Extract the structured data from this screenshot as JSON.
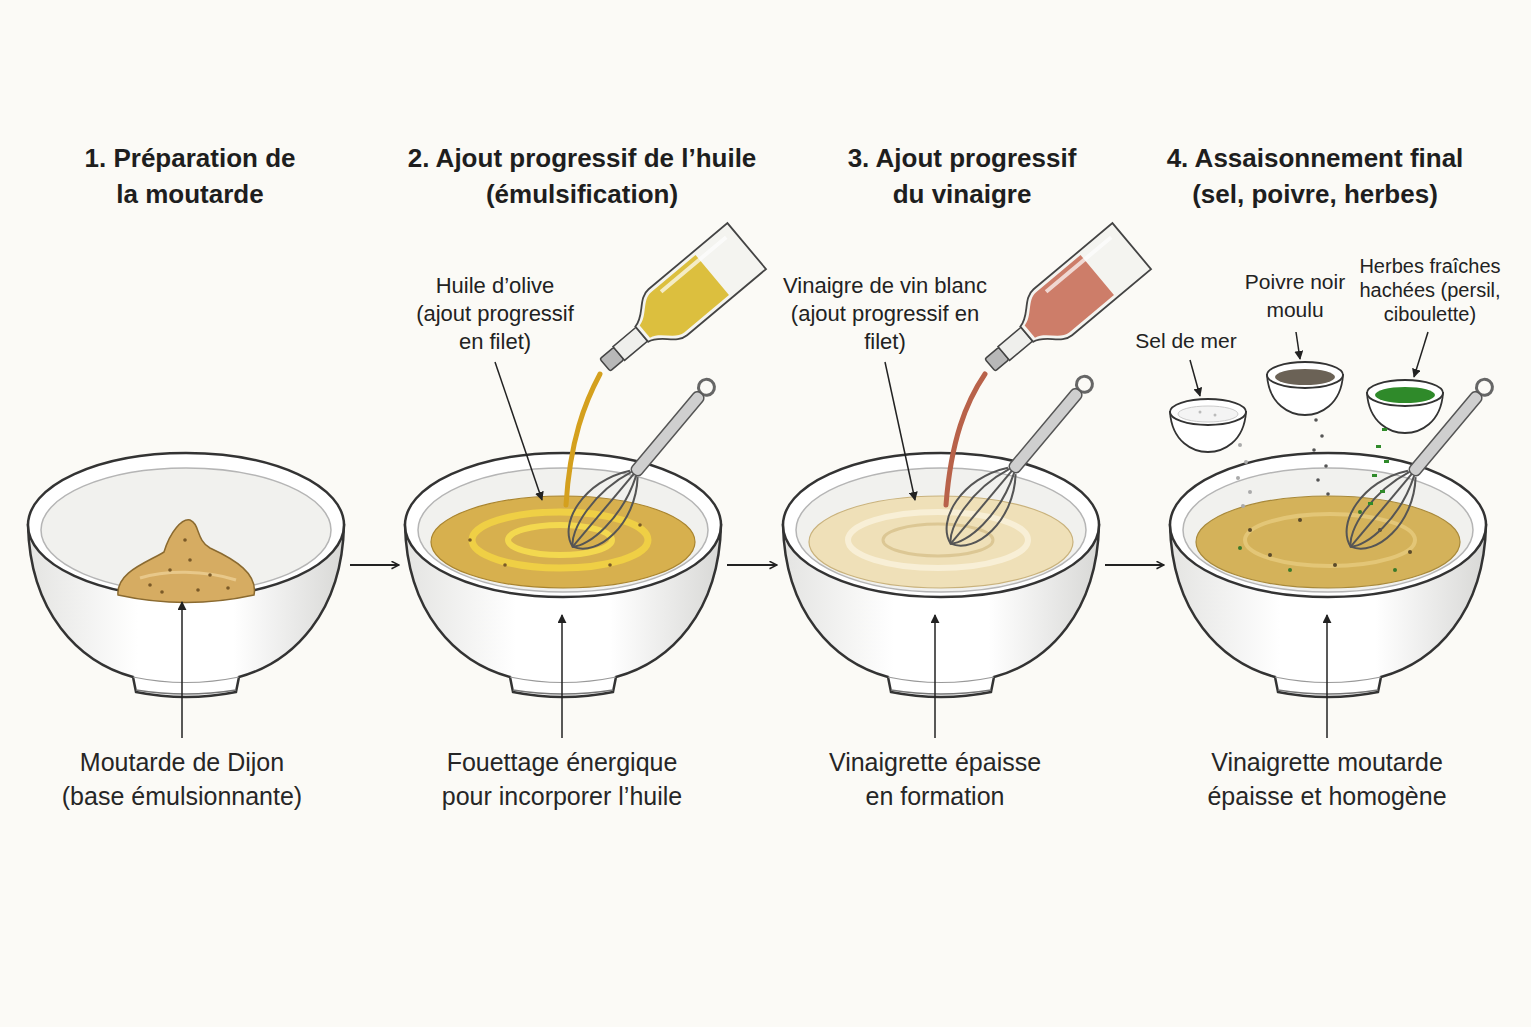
{
  "diagram": {
    "nodes": [
      {
        "text": [
          "1. Préparation de la moutarde",
          "Moutarde de Dijon (base émulsionnante)"
        ]
      },
      {
        "text": [
          "2. Ajout progressif de l’huile (émulsification)",
          "Fouettage énergique pour incorporer l’huile"
        ]
      },
      {
        "text": [
          "3. Ajout progressif du vinaigre",
          "Vinaigrette épaisse en formation"
        ]
      },
      {
        "text": [
          "4. Assaisonnement final (sel, poivre, herbes)",
          "Vinaigrette moutarde épaisse et homogène"
        ]
      }
    ],
    "edges": [
      {
        "from": 0,
        "to": 1,
        "arrow": "to"
      },
      {
        "from": 1,
        "to": 2,
        "arrow": "to"
      },
      {
        "from": 2,
        "to": 3,
        "arrow": "to"
      }
    ],
    "labels": [
      "Huile d’olive (ajout progressif en filet)",
      "Vinaigre de vin blanc (ajout progressif en filet)",
      "Sel de mer",
      "Poivre noir moulu",
      "Herbes fraîches hachées (persil, ciboulette)"
    ]
  }
}
